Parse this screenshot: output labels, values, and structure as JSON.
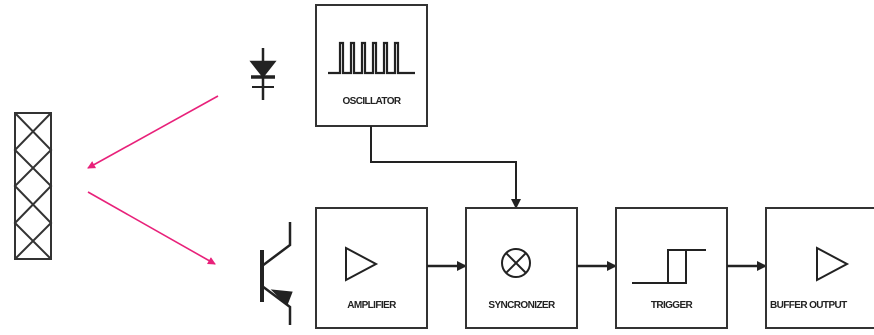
{
  "blocks": {
    "oscillator": "OSCILLATOR",
    "amplifier": "AMPLIFIER",
    "syncronizer": "SYNCRONIZER",
    "trigger": "TRIGGER",
    "buffer_output": "BUFFER OUTPUT"
  },
  "colors": {
    "line": "#222222",
    "signal_arrow": "#e8217a"
  },
  "icons": {
    "sensor": "reflective-grating-icon",
    "emitter": "led-diode-icon",
    "receiver": "phototransistor-icon",
    "oscillator": "pulse-train-icon",
    "amplifier": "triangle-amplifier-icon",
    "syncronizer": "circled-x-mixer-icon",
    "trigger": "schmitt-step-icon",
    "buffer_output": "triangle-buffer-icon"
  }
}
